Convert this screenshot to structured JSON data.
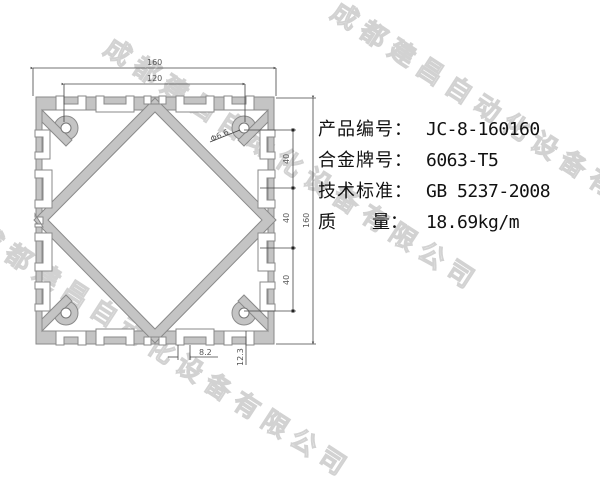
{
  "drawing": {
    "dimensions": {
      "overall_width": "160",
      "inner_width": "120",
      "overall_height": "160",
      "pitch_1": "40",
      "pitch_2": "40",
      "pitch_3": "40",
      "hole_diameter": "Φ6.6",
      "slot_width": "8.2",
      "slot_depth": "12.3"
    },
    "colors": {
      "profile_fill": "#c4c4c4",
      "profile_stroke": "#8a8a8a",
      "dim_line": "#444444"
    }
  },
  "specs": [
    {
      "label": "产品编号：",
      "value": "JC-8-160160"
    },
    {
      "label": "合金牌号：",
      "value": "6063-T5"
    },
    {
      "label": "技术标准：",
      "value": "GB 5237-2008"
    },
    {
      "label": "质　　量：",
      "value": "18.69kg/m"
    }
  ],
  "watermark": {
    "text": "成都建昌自动化设备有限公司"
  }
}
